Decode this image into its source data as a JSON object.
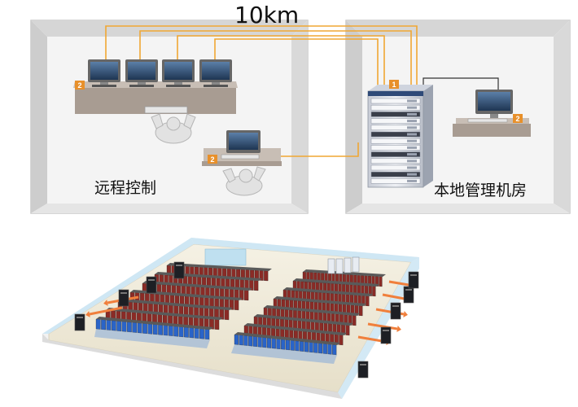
{
  "top_diagram": {
    "distance_label": "10km",
    "remote_room_label": "远程控制",
    "local_room_label": "本地管理机房",
    "badges": [
      "2",
      "2",
      "1",
      "2"
    ]
  },
  "colors": {
    "cable": "#f0a733",
    "badge": "#e8902a",
    "room_wall": "#d9d9d9",
    "desk": "#a89c92",
    "server_rack": "#dfe3ea",
    "floor": "#efeadb",
    "rack_red": "#8a2b26",
    "rack_blue": "#2a64c8",
    "arrow": "#f07f3c"
  }
}
